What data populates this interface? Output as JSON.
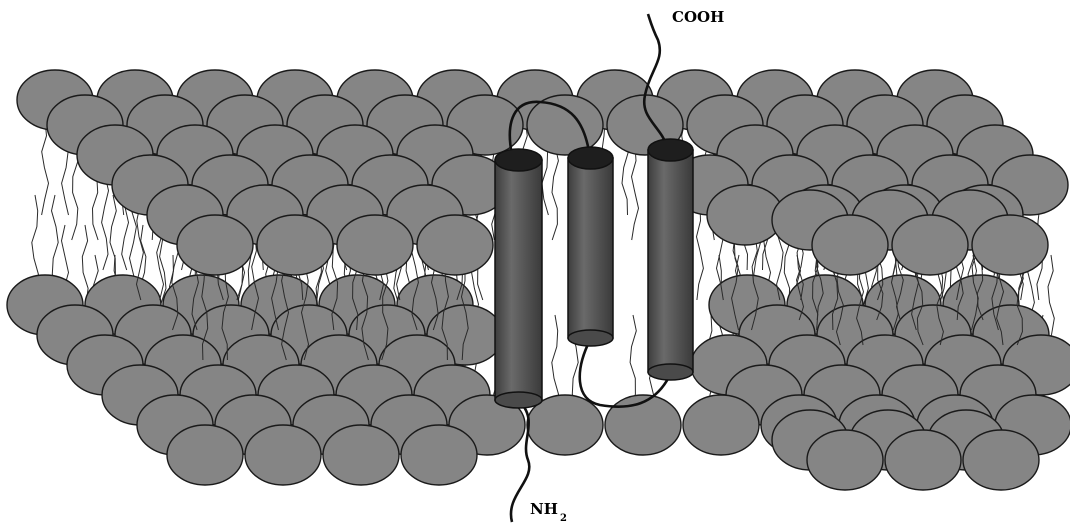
{
  "labels": {
    "c_terminus": "COOH",
    "n_terminus": "NH",
    "n_terminus_subscript": "2"
  },
  "colors": {
    "lipid_head": "#858585",
    "lipid_head_outline": "#1a1a1a",
    "helix_body": "#5e5e5e",
    "helix_top": "#1e1e1e",
    "background": "#ffffff"
  },
  "structure": {
    "helix_count": 3,
    "leaflets": 2
  }
}
